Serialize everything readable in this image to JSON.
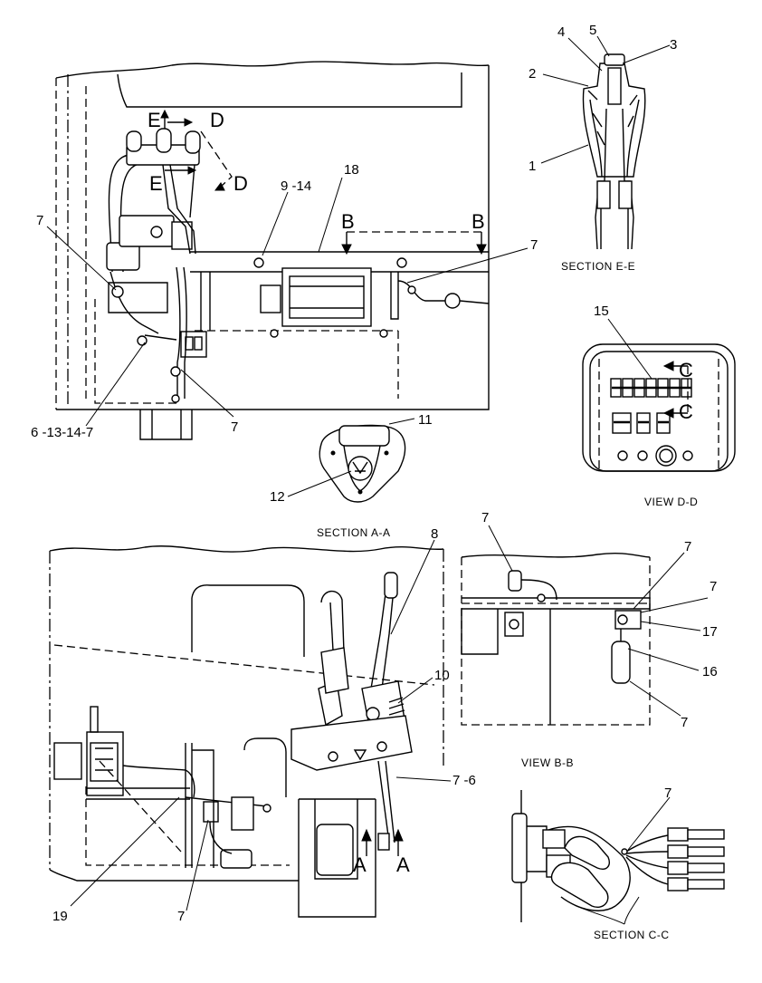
{
  "top_view": {
    "callouts": {
      "c7_left": "7",
      "c9_14": "9 -14",
      "c18": "18",
      "c7_right": "7",
      "c6_13_14_7": "6 -13-14-7",
      "c7_bottom": "7"
    },
    "section_letters": {
      "e_top": "E",
      "e_bottom": "E",
      "d_top": "D",
      "d_bottom": "D",
      "b_left": "B",
      "b_right": "B"
    }
  },
  "section_e_e": {
    "callouts": {
      "c1": "1",
      "c2": "2",
      "c3": "3",
      "c4": "4",
      "c5": "5"
    },
    "caption": "SECTION E-E"
  },
  "view_d_d": {
    "callouts": {
      "c15": "15"
    },
    "section_letters": {
      "c_top": "C",
      "c_bottom": "C"
    },
    "caption": "VIEW D-D"
  },
  "section_a_a": {
    "callouts": {
      "c11": "11",
      "c12": "12"
    },
    "caption": "SECTION A-A"
  },
  "bottom_view": {
    "callouts": {
      "c8": "8",
      "c10": "10",
      "c7_6": "7 -6",
      "c19": "19",
      "c7_bottom": "7"
    },
    "section_letters": {
      "a_left": "A",
      "a_right": "A"
    }
  },
  "view_b_b": {
    "callouts": {
      "c7_a": "7",
      "c7_b": "7",
      "c7_c": "7",
      "c17": "17",
      "c16": "16",
      "c7_d": "7"
    },
    "caption": "VIEW B-B"
  },
  "section_c_c": {
    "callouts": {
      "c7": "7"
    },
    "caption": "SECTION C-C"
  }
}
